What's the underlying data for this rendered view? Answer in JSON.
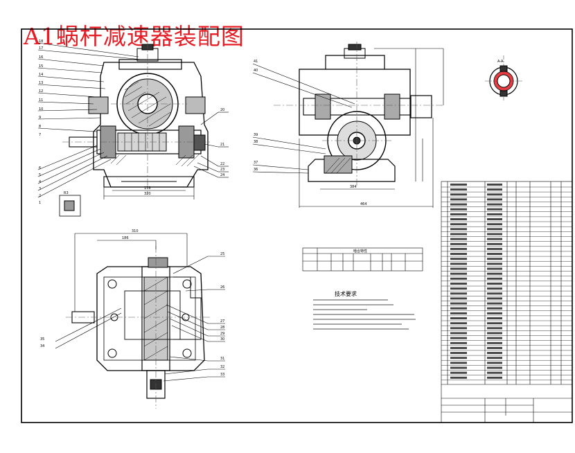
{
  "title": "A1蜗杆减速器装配图",
  "tech_requirements_heading": "技术要求",
  "params_heading": "啮合特性",
  "section_label": "A-A",
  "view_label_small": "R3",
  "left_callouts": [
    "18",
    "17",
    "16",
    "15",
    "14",
    "13",
    "12",
    "11",
    "10",
    "9",
    "8",
    "7",
    "6",
    "5",
    "4",
    "3",
    "2",
    "1"
  ],
  "right_callouts_front": [
    "20",
    "21",
    "22",
    "23",
    "24"
  ],
  "side_callouts": [
    "41",
    "40",
    "39",
    "38",
    "37",
    "36"
  ],
  "plan_callouts_right": [
    "25",
    "26",
    "27",
    "28",
    "29",
    "30",
    "31",
    "32",
    "33"
  ],
  "plan_callouts_left": [
    "35",
    "34"
  ],
  "dims": {
    "front_width": "320",
    "front_inner": "178",
    "side_width": "464",
    "side_inner": "384",
    "plan_width": "310",
    "plan_inner": "186"
  },
  "colors": {
    "title": "#e51c23",
    "line": "#000000",
    "center": "#555555"
  }
}
